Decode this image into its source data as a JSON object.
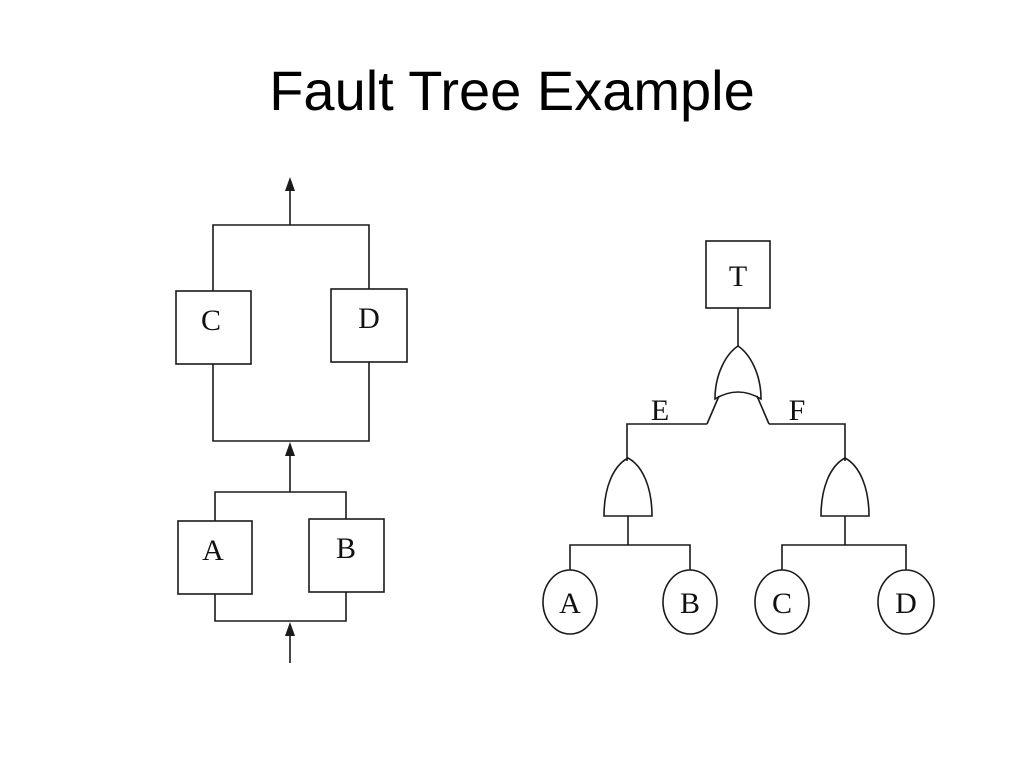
{
  "slide": {
    "title": "Fault Tree Example"
  },
  "block_diagram": {
    "boxes": {
      "c": "C",
      "d": "D",
      "a": "A",
      "b": "B"
    }
  },
  "fault_tree": {
    "top_event": "T",
    "gate_labels": {
      "left": "E",
      "right": "F"
    },
    "basic_events": {
      "a": "A",
      "b": "B",
      "c": "C",
      "d": "D"
    }
  }
}
